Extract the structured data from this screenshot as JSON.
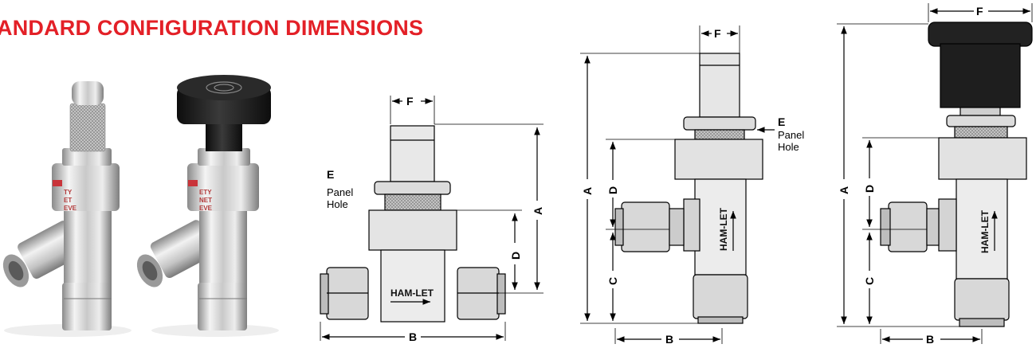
{
  "page": {
    "heading": "ANDARD CONFIGURATION DIMENSIONS",
    "heading_color": "#e32027"
  },
  "photos": {
    "left_valve_label": [
      "TY",
      "ET",
      "EVE"
    ],
    "right_valve_label": [
      "ETY",
      "NET",
      "EVE"
    ]
  },
  "drawings": {
    "dimensions": {
      "a": "A",
      "b": "B",
      "c": "C",
      "d": "D",
      "e": "E",
      "f": "F"
    },
    "panel_hole": [
      "Panel",
      "Hole"
    ],
    "brand": "HAM-LET"
  },
  "colors": {
    "steel": "#e6e6e6",
    "steel_dark": "#b5b5b5",
    "knob": "#1e1e1e",
    "line": "#000000"
  }
}
